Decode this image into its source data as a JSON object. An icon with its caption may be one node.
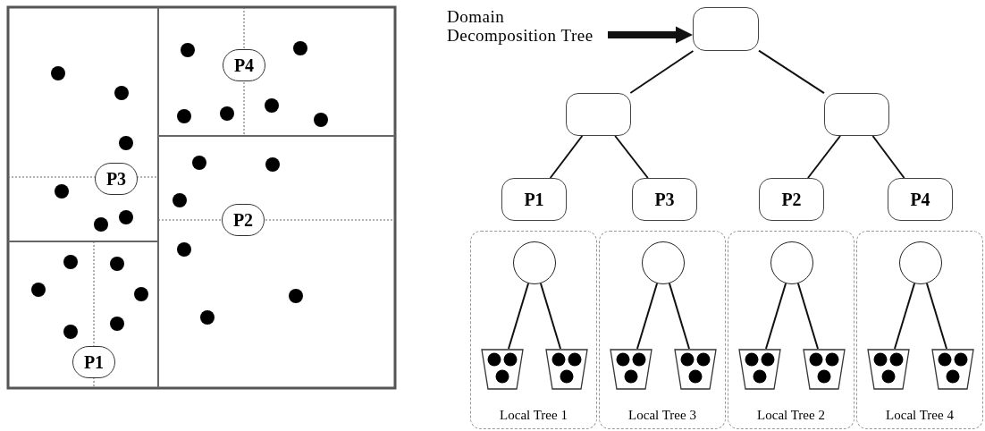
{
  "diagram": {
    "nodes": [
      {
        "text": [
          "P4"
        ]
      },
      {
        "text": [
          "P3"
        ]
      },
      {
        "text": [
          "P2"
        ]
      },
      {
        "text": [
          "P1"
        ]
      },
      {
        "text": [
          "Domain Decomposition Tree"
        ]
      },
      {
        "text": [],
        "shape": "box"
      },
      {
        "text": [],
        "shape": "box"
      },
      {
        "text": [],
        "shape": "box"
      },
      {
        "text": [
          "P1"
        ]
      },
      {
        "text": [
          "P3"
        ]
      },
      {
        "text": [
          "P2"
        ]
      },
      {
        "text": [
          "P4"
        ]
      },
      {
        "text": [
          "Local Tree 1"
        ]
      },
      {
        "text": [],
        "shape": "circle",
        "in": 12
      },
      {
        "text": [],
        "shape": "bucket",
        "in": 12
      },
      {
        "text": [],
        "shape": "bucket",
        "in": 12
      },
      {
        "text": [
          "Local Tree 3"
        ]
      },
      {
        "text": [],
        "shape": "circle",
        "in": 16
      },
      {
        "text": [],
        "shape": "bucket",
        "in": 16
      },
      {
        "text": [],
        "shape": "bucket",
        "in": 16
      },
      {
        "text": [
          "Local Tree 2"
        ]
      },
      {
        "text": [],
        "shape": "circle",
        "in": 20
      },
      {
        "text": [],
        "shape": "bucket",
        "in": 20
      },
      {
        "text": [],
        "shape": "bucket",
        "in": 20
      },
      {
        "text": [
          "Local Tree 4"
        ]
      },
      {
        "text": [],
        "shape": "circle",
        "in": 24
      },
      {
        "text": [],
        "shape": "bucket",
        "in": 24
      },
      {
        "text": [],
        "shape": "bucket",
        "in": 24
      }
    ],
    "edges": [
      {
        "from": 4,
        "to": 5,
        "arrow": "to",
        "style": "thick"
      },
      {
        "from": 5,
        "to": 6,
        "arrow": "none"
      },
      {
        "from": 5,
        "to": 7,
        "arrow": "none"
      },
      {
        "from": 6,
        "to": 8,
        "arrow": "none"
      },
      {
        "from": 6,
        "to": 9,
        "arrow": "none"
      },
      {
        "from": 7,
        "to": 10,
        "arrow": "none"
      },
      {
        "from": 7,
        "to": 11,
        "arrow": "none"
      },
      {
        "from": 13,
        "to": 14,
        "arrow": "none"
      },
      {
        "from": 13,
        "to": 15,
        "arrow": "none"
      },
      {
        "from": 17,
        "to": 18,
        "arrow": "none"
      },
      {
        "from": 17,
        "to": 19,
        "arrow": "none"
      },
      {
        "from": 21,
        "to": 22,
        "arrow": "none"
      },
      {
        "from": 21,
        "to": 23,
        "arrow": "none"
      },
      {
        "from": 25,
        "to": 26,
        "arrow": "none"
      },
      {
        "from": 25,
        "to": 27,
        "arrow": "none"
      }
    ]
  }
}
